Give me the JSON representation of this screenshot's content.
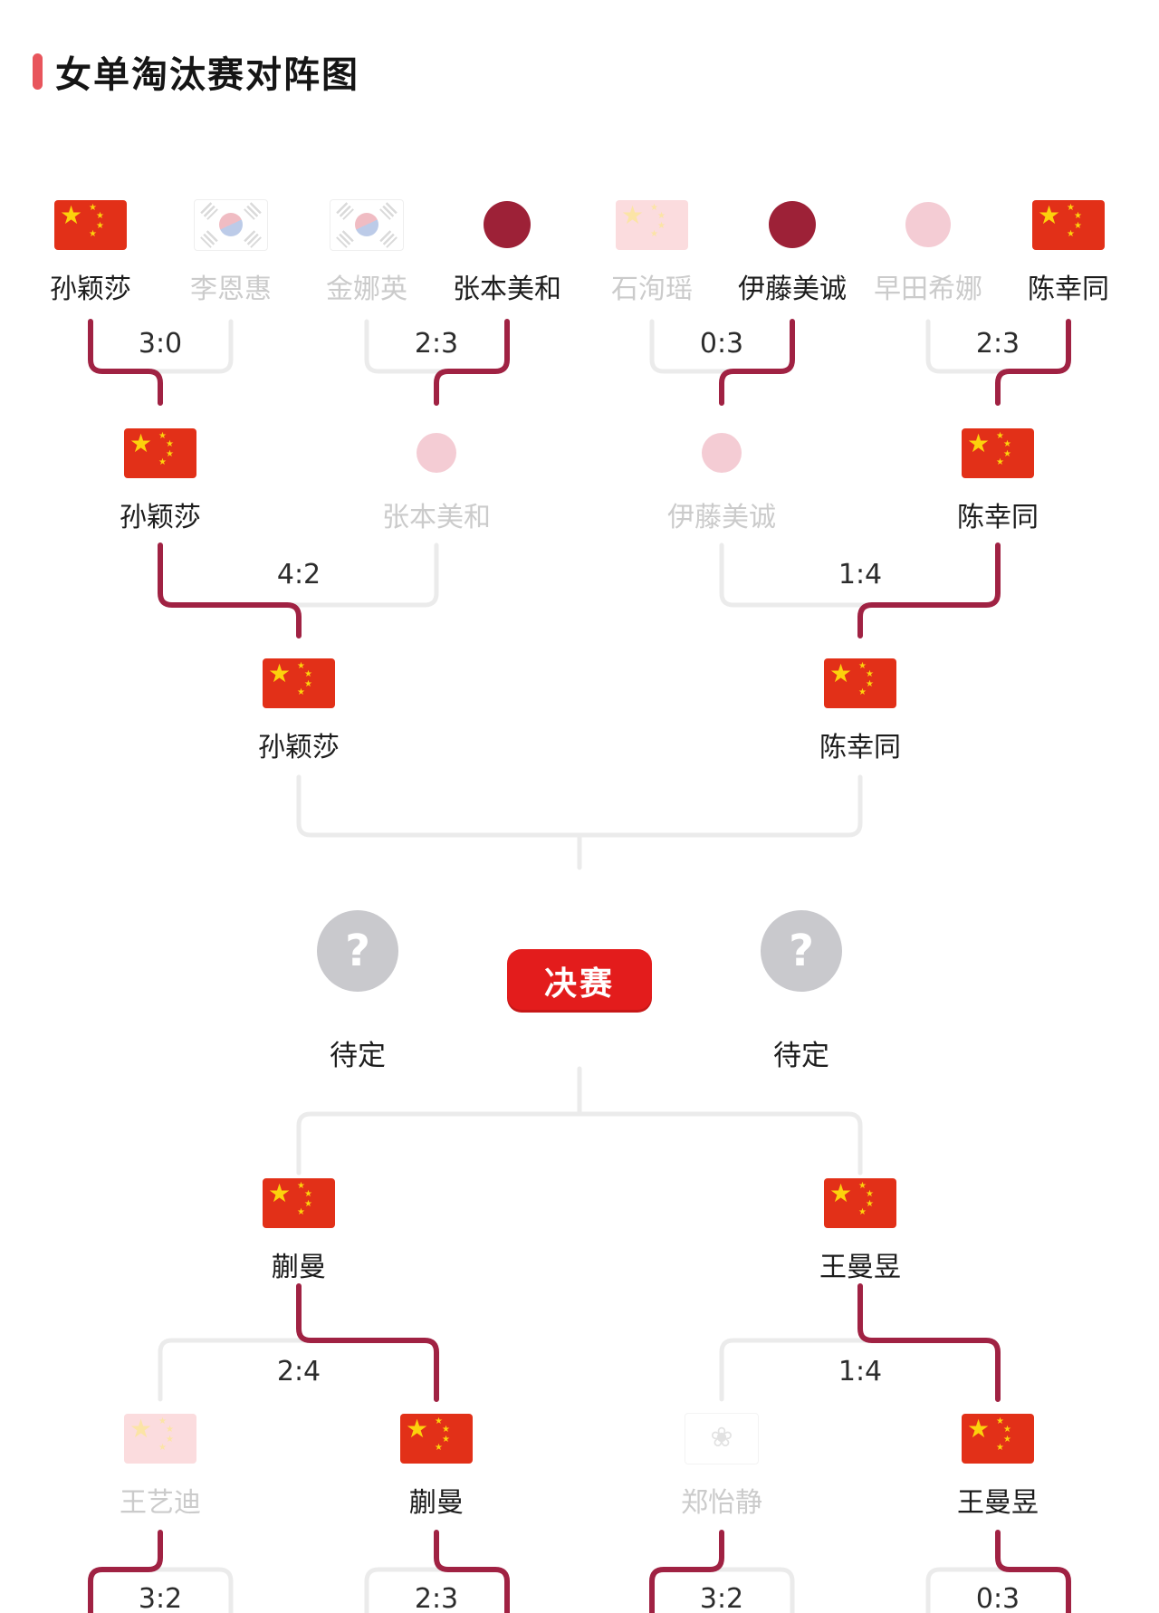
{
  "title": {
    "text": "女单淘汰赛对阵图"
  },
  "colors": {
    "accent_red": "#e31c1c",
    "winner_line": "#a02243",
    "loser_line": "#ebebeb",
    "china_flag_red": "#e23018",
    "japan_circle_dark": "#9d2137",
    "dim_text": "#cbcbcb",
    "title_bar": "#e8555c"
  },
  "r16_top": {
    "players": [
      {
        "name": "孙颖莎",
        "flag": "china",
        "status": "winner"
      },
      {
        "name": "李恩惠",
        "flag": "south-korea",
        "status": "eliminated"
      },
      {
        "name": "金娜英",
        "flag": "south-korea",
        "status": "eliminated"
      },
      {
        "name": "张本美和",
        "flag": "japan",
        "status": "winner"
      },
      {
        "name": "石洵瑶",
        "flag": "china",
        "status": "eliminated"
      },
      {
        "name": "伊藤美诚",
        "flag": "japan",
        "status": "winner"
      },
      {
        "name": "早田希娜",
        "flag": "japan",
        "status": "eliminated"
      },
      {
        "name": "陈幸同",
        "flag": "china",
        "status": "winner"
      }
    ],
    "scores": [
      "3:0",
      "2:3",
      "0:3",
      "2:3"
    ]
  },
  "qf_top": {
    "players": [
      {
        "name": "孙颖莎",
        "flag": "china",
        "status": "winner"
      },
      {
        "name": "张本美和",
        "flag": "japan",
        "status": "eliminated"
      },
      {
        "name": "伊藤美诚",
        "flag": "japan",
        "status": "eliminated"
      },
      {
        "name": "陈幸同",
        "flag": "china",
        "status": "winner"
      }
    ],
    "scores": [
      "4:2",
      "1:4"
    ]
  },
  "sf_top": {
    "players": [
      {
        "name": "孙颖莎",
        "flag": "china"
      },
      {
        "name": "陈幸同",
        "flag": "china"
      }
    ]
  },
  "final": {
    "button_label": "决赛",
    "tbd_label": "待定",
    "placeholder_mark": "?"
  },
  "sf_bottom": {
    "players": [
      {
        "name": "蒯曼",
        "flag": "china"
      },
      {
        "name": "王曼昱",
        "flag": "china"
      }
    ]
  },
  "qf_bottom": {
    "players": [
      {
        "name": "王艺迪",
        "flag": "china",
        "status": "eliminated"
      },
      {
        "name": "蒯曼",
        "flag": "china",
        "status": "winner"
      },
      {
        "name": "郑怡静",
        "flag": "chinese-taipei",
        "status": "eliminated"
      },
      {
        "name": "王曼昱",
        "flag": "china",
        "status": "winner"
      }
    ],
    "scores": [
      "2:4",
      "1:4"
    ]
  },
  "r16_bottom": {
    "scores": [
      "3:2",
      "2:3",
      "3:2",
      "0:3"
    ]
  }
}
